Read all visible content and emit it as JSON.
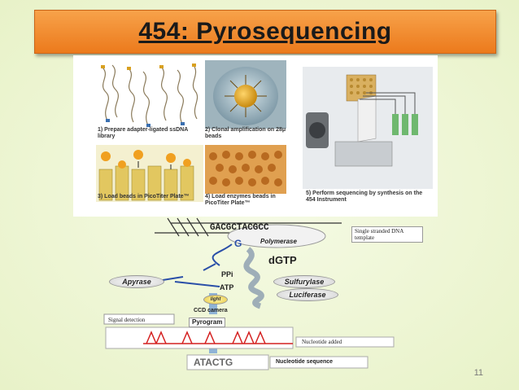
{
  "slide": {
    "title": "454: Pyrosequencing",
    "page_number": "11"
  },
  "figure": {
    "steps": [
      "1) Prepare adapter-ligated ssDNA library",
      "2) Clonal amplification on 28μ beads",
      "3) Load beads in PicoTiter Plate™",
      "4) Load enzymes beads in PicoTiter Plate™",
      "5) Perform sequencing by synthesis on the 454 Instrument"
    ]
  },
  "diagram": {
    "template_seq": "GACGCTACGCC",
    "template_label": "Single stranded DNA template",
    "polymerase": "Polymerase",
    "nucleotide_g": "G",
    "dgtp": "dGTP",
    "ppi": "PPi",
    "sulfurylase": "Sulfurylase",
    "apyrase": "Apyrase",
    "atp": "ATP",
    "luciferase": "Luciferase",
    "light": "light",
    "camera": "CCD camera",
    "signal_detection": "Signal detection",
    "pyrogram": "Pyrogram",
    "nucleotide_added": "Nucleotide added",
    "sequence": "ATACTG",
    "sequence_label": "Nucleotide sequence"
  },
  "colors": {
    "title_bg": "#f08a2c",
    "peak": "#d42020",
    "accent_blue": "#2a4fa8"
  }
}
